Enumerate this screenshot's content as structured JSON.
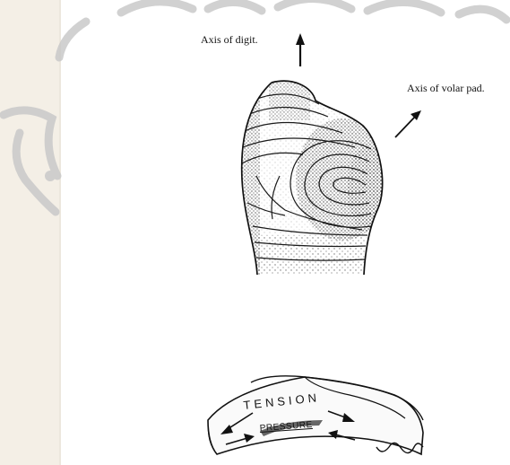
{
  "labels": {
    "axis_of_digit": "Axis of digit.",
    "axis_of_volar_pad": "Axis of volar pad.",
    "tension": "TENSION",
    "pressure": "PRESSURE"
  },
  "colors": {
    "ink": "#111111",
    "watermark": "#c9c9c9",
    "paper": "#ffffff",
    "scan_margin": "#f4efe6"
  }
}
